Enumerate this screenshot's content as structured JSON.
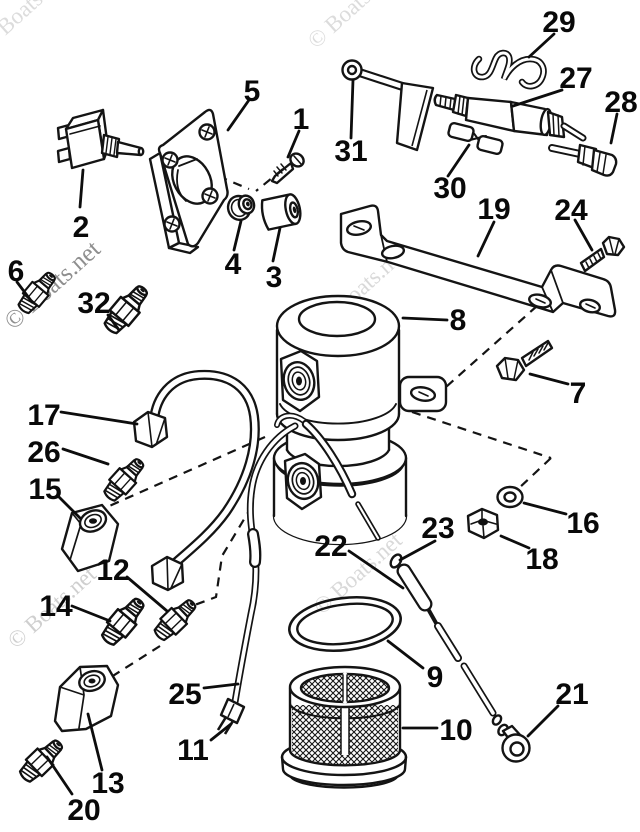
{
  "watermark": {
    "text": "© Boats.net"
  },
  "callouts": [
    {
      "label": "1"
    },
    {
      "label": "2"
    },
    {
      "label": "3"
    },
    {
      "label": "4"
    },
    {
      "label": "5"
    },
    {
      "label": "6"
    },
    {
      "label": "7"
    },
    {
      "label": "8"
    },
    {
      "label": "9"
    },
    {
      "label": "10"
    },
    {
      "label": "11"
    },
    {
      "label": "12"
    },
    {
      "label": "13"
    },
    {
      "label": "14"
    },
    {
      "label": "15"
    },
    {
      "label": "16"
    },
    {
      "label": "17"
    },
    {
      "label": "18"
    },
    {
      "label": "19"
    },
    {
      "label": "20"
    },
    {
      "label": "21"
    },
    {
      "label": "22"
    },
    {
      "label": "23"
    },
    {
      "label": "24"
    },
    {
      "label": "25"
    },
    {
      "label": "26"
    },
    {
      "label": "27"
    },
    {
      "label": "28"
    },
    {
      "label": "29"
    },
    {
      "label": "30"
    },
    {
      "label": "31"
    },
    {
      "label": "32"
    }
  ]
}
